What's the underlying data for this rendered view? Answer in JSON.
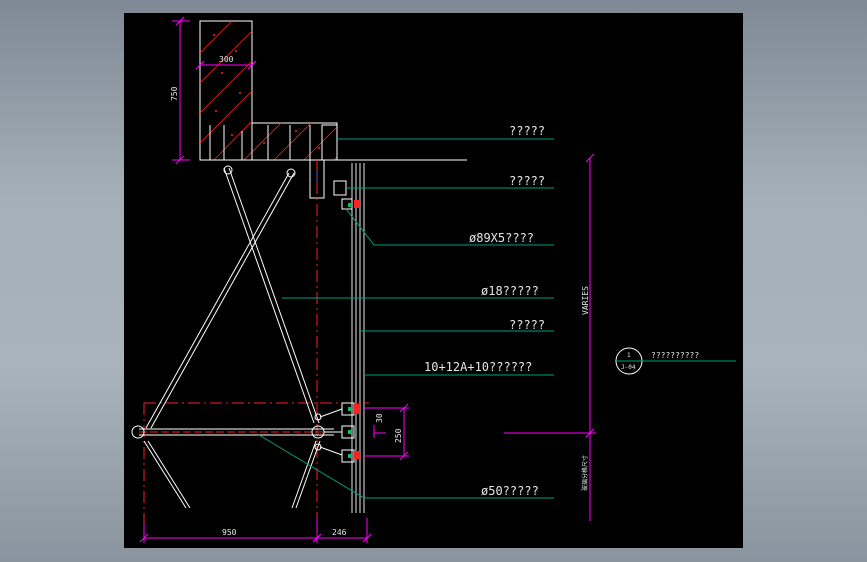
{
  "colors": {
    "background": "#000000",
    "frame": "#a9b3bd",
    "dimension": "#ff00ff",
    "leader": "#00a080",
    "centerline": "#ff2020",
    "structure": "#ffffff",
    "hatch": "#ff2020"
  },
  "callouts": [
    {
      "text": "?????"
    },
    {
      "text": "?????"
    },
    {
      "text": "ø89X5????"
    },
    {
      "text": "ø18?????"
    },
    {
      "text": "?????"
    },
    {
      "text": "10+12A+10??????"
    },
    {
      "text": "ø50?????"
    }
  ],
  "dimensions": {
    "height_750": "750",
    "width_300": "300",
    "width_950": "950",
    "width_246": "246",
    "spacing_250": "250",
    "offset_30": "30",
    "varies": "VARIES"
  },
  "detail_marker": {
    "number": "1",
    "sheet": "J-04",
    "label": "??????????"
  },
  "vertical_note": "玻璃分格尺寸"
}
